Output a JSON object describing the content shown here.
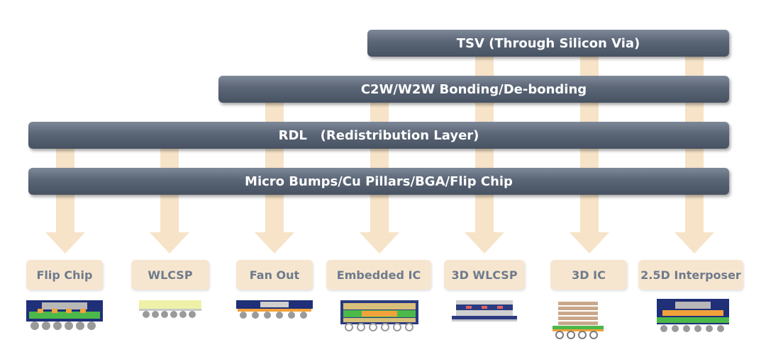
{
  "bars": {
    "tsv": "TSV (Through Silicon Via)",
    "bonding": "C2W/W2W Bonding/De-bonding",
    "rdl": "RDL   (Redistribution Layer)",
    "bumps": "Micro Bumps/Cu Pillars/BGA/Flip Chip"
  },
  "packages": [
    {
      "label": "Flip Chip"
    },
    {
      "label": "WLCSP"
    },
    {
      "label": "Fan Out"
    },
    {
      "label": "Embedded IC"
    },
    {
      "label": "3D WLCSP"
    },
    {
      "label": "3D IC"
    },
    {
      "label": "2.5D Interposer"
    }
  ],
  "colors": {
    "bar": "#5a6576",
    "arrow": "#f6e3c8",
    "label_text": "#6e7b8c",
    "substrate_green": "#4bb84a",
    "die_navy": "#1f2f78",
    "bump_gray": "#9a9a9a"
  }
}
